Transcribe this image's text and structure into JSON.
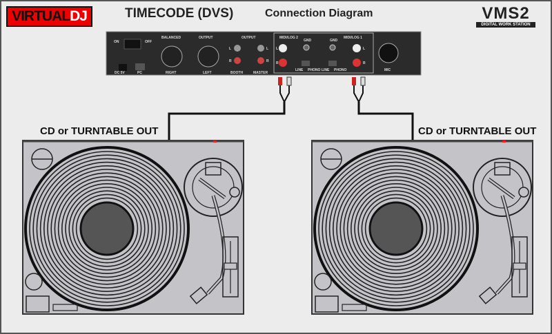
{
  "logo": {
    "part1": "VIRTUAL",
    "part2": "DJ"
  },
  "header": {
    "title": "TIMECODE (DVS)",
    "subtitle": "Connection Diagram"
  },
  "brand": {
    "name": "VMS2",
    "tagline": "DIGITAL WORK STATION"
  },
  "panel": {
    "labels": [
      "ON",
      "OFF",
      "DC 5V",
      "PC",
      "BALANCED",
      "OUTPUT",
      "RIGHT",
      "LEFT",
      "OUTPUT",
      "BOOTH",
      "MASTER",
      "MIDI/LOG 2",
      "GND",
      "GND",
      "MIDI/LOG 1",
      "LINE",
      "PHONO",
      "LINE",
      "PHONO",
      "MIC",
      "L",
      "R",
      "L",
      "R",
      "L",
      "R",
      "L",
      "R"
    ]
  },
  "turntables": [
    {
      "label": "CD or TURNTABLE OUT"
    },
    {
      "label": "CD or TURNTABLE OUT"
    }
  ],
  "colors": {
    "background": "#ececec",
    "panel": "#2b2b2b",
    "turntable": "#c4c4c8",
    "logo_red": "#ee0000"
  }
}
